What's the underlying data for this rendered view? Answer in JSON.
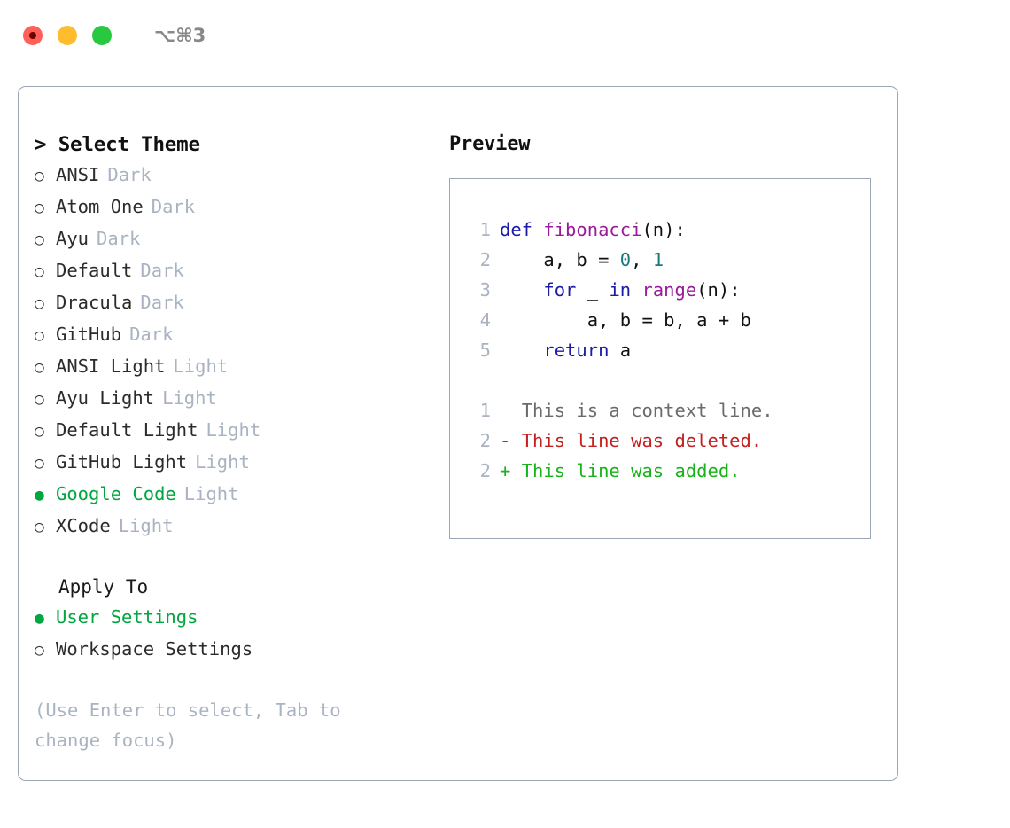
{
  "window": {
    "shortcut": "⌥⌘3",
    "traffic_lights": [
      {
        "name": "close-button",
        "color": "#ff6058"
      },
      {
        "name": "minimize-button",
        "color": "#ffbd2e"
      },
      {
        "name": "maximize-button",
        "color": "#28c840"
      }
    ]
  },
  "theme_panel": {
    "title": "> Select Theme",
    "options": [
      {
        "bullet": "○",
        "label": "ANSI",
        "tag": "Dark",
        "selected": false
      },
      {
        "bullet": "○",
        "label": "Atom One",
        "tag": "Dark",
        "selected": false
      },
      {
        "bullet": "○",
        "label": "Ayu",
        "tag": "Dark",
        "selected": false
      },
      {
        "bullet": "○",
        "label": "Default",
        "tag": "Dark",
        "selected": false
      },
      {
        "bullet": "○",
        "label": "Dracula",
        "tag": "Dark",
        "selected": false
      },
      {
        "bullet": "○",
        "label": "GitHub",
        "tag": "Dark",
        "selected": false
      },
      {
        "bullet": "○",
        "label": "ANSI Light",
        "tag": "Light",
        "selected": false
      },
      {
        "bullet": "○",
        "label": "Ayu Light",
        "tag": "Light",
        "selected": false
      },
      {
        "bullet": "○",
        "label": "Default Light",
        "tag": "Light",
        "selected": false
      },
      {
        "bullet": "○",
        "label": "GitHub Light",
        "tag": "Light",
        "selected": false
      },
      {
        "bullet": "●",
        "label": "Google Code",
        "tag": "Light",
        "selected": true
      },
      {
        "bullet": "○",
        "label": "XCode",
        "tag": "Light",
        "selected": false
      }
    ]
  },
  "apply_to": {
    "title": "Apply To",
    "options": [
      {
        "bullet": "●",
        "label": "User Settings",
        "selected": true
      },
      {
        "bullet": "○",
        "label": "Workspace Settings",
        "selected": false
      }
    ]
  },
  "hint": "(Use Enter to select, Tab to change focus)",
  "preview": {
    "title": "Preview",
    "code_lines": [
      {
        "num": "1",
        "tokens": [
          {
            "t": "def ",
            "c": "kw"
          },
          {
            "t": "fibonacci",
            "c": "fn"
          },
          {
            "t": "(n):",
            "c": "punc"
          }
        ]
      },
      {
        "num": "2",
        "tokens": [
          {
            "t": "    a, b = ",
            "c": "txt"
          },
          {
            "t": "0",
            "c": "num"
          },
          {
            "t": ", ",
            "c": "txt"
          },
          {
            "t": "1",
            "c": "num"
          }
        ]
      },
      {
        "num": "3",
        "tokens": [
          {
            "t": "    ",
            "c": "txt"
          },
          {
            "t": "for",
            "c": "kw"
          },
          {
            "t": " _ ",
            "c": "txt"
          },
          {
            "t": "in",
            "c": "kw"
          },
          {
            "t": " ",
            "c": "txt"
          },
          {
            "t": "range",
            "c": "fn"
          },
          {
            "t": "(n):",
            "c": "punc"
          }
        ]
      },
      {
        "num": "4",
        "tokens": [
          {
            "t": "        a, b = b, a + b",
            "c": "txt"
          }
        ]
      },
      {
        "num": "5",
        "tokens": [
          {
            "t": "    ",
            "c": "txt"
          },
          {
            "t": "return",
            "c": "kw"
          },
          {
            "t": " a",
            "c": "txt"
          }
        ]
      }
    ],
    "diff_lines": [
      {
        "num": "1",
        "marker": "  ",
        "text": "This is a context line.",
        "kind": "ctx"
      },
      {
        "num": "2",
        "marker": "- ",
        "text": "This line was deleted.",
        "kind": "del"
      },
      {
        "num": "2",
        "marker": "+ ",
        "text": "This line was added.",
        "kind": "add"
      }
    ]
  },
  "colors": {
    "accent_green": "#00a63f",
    "muted": "#a9b3c1",
    "border": "#9aa6b6",
    "keyword": "#1a1aab",
    "function": "#9a1b9a",
    "number": "#1a7a7a",
    "diff_add": "#19b219",
    "diff_del": "#c42020",
    "diff_ctx": "#6b6b6b"
  }
}
